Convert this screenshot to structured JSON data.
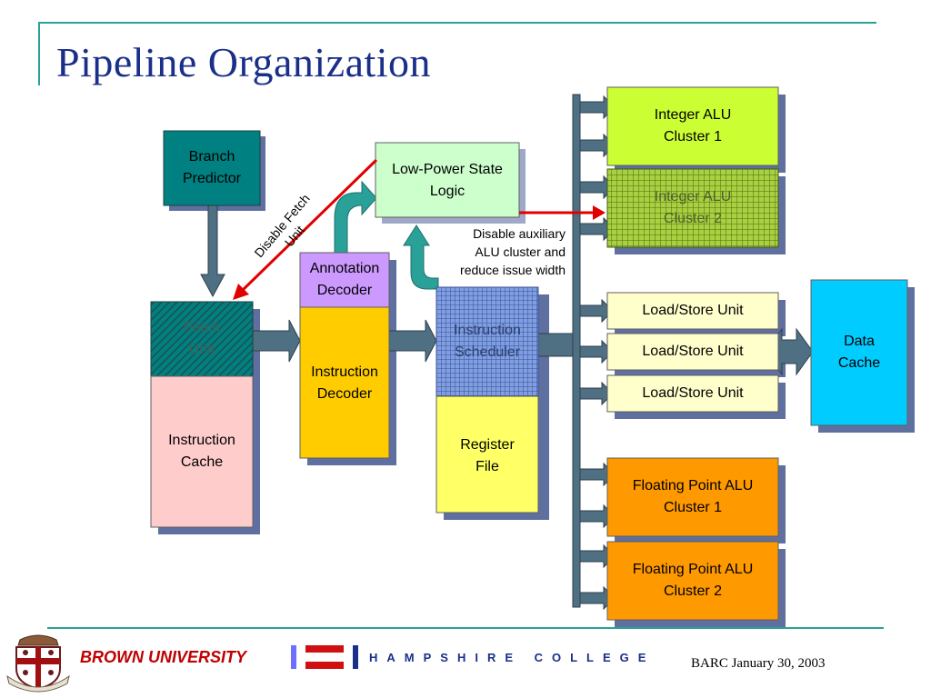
{
  "slide": {
    "title": "Pipeline Organization"
  },
  "boxes": {
    "branch_predictor": "Branch\nPredictor",
    "fetch_unit": "Fetch\nUnit",
    "instruction_cache": "Instruction\nCache",
    "annotation_decoder": "Annotation\nDecoder",
    "instruction_decoder": "Instruction\nDecoder",
    "low_power_logic": "Low-Power State\nLogic",
    "instruction_scheduler": "Instruction\nScheduler",
    "register_file": "Register\nFile",
    "int_alu_1": "Integer ALU\nCluster 1",
    "int_alu_2": "Integer ALU\nCluster 2",
    "load_store_1": "Load/Store Unit",
    "load_store_2": "Load/Store Unit",
    "load_store_3": "Load/Store Unit",
    "data_cache": "Data\nCache",
    "fp_alu_1": "Floating Point ALU\nCluster 1",
    "fp_alu_2": "Floating Point ALU\nCluster 2"
  },
  "annotations": {
    "disable_fetch": "Disable Fetch\nUnit",
    "disable_auxiliary": "Disable auxiliary\nALU cluster and\nreduce issue width"
  },
  "colors": {
    "teal": "#008080",
    "pink": "#ffcccc",
    "lavender": "#cc99ff",
    "gold": "#ffcc00",
    "mint": "#ccffcc",
    "scheduler_blue": "#6f8fd8",
    "light_yellow": "#ffff66",
    "lime": "#ccff33",
    "olive": "#99cc33",
    "cream": "#ffffcc",
    "cyan": "#00ccff",
    "orange": "#ff9900",
    "arrow": "#4f6f82",
    "red": "#e00000"
  },
  "footer": {
    "brown": "BROWN UNIVERSITY",
    "hampshire": "HAMPSHIRE COLLEGE",
    "date": "BARC January 30, 2003"
  }
}
